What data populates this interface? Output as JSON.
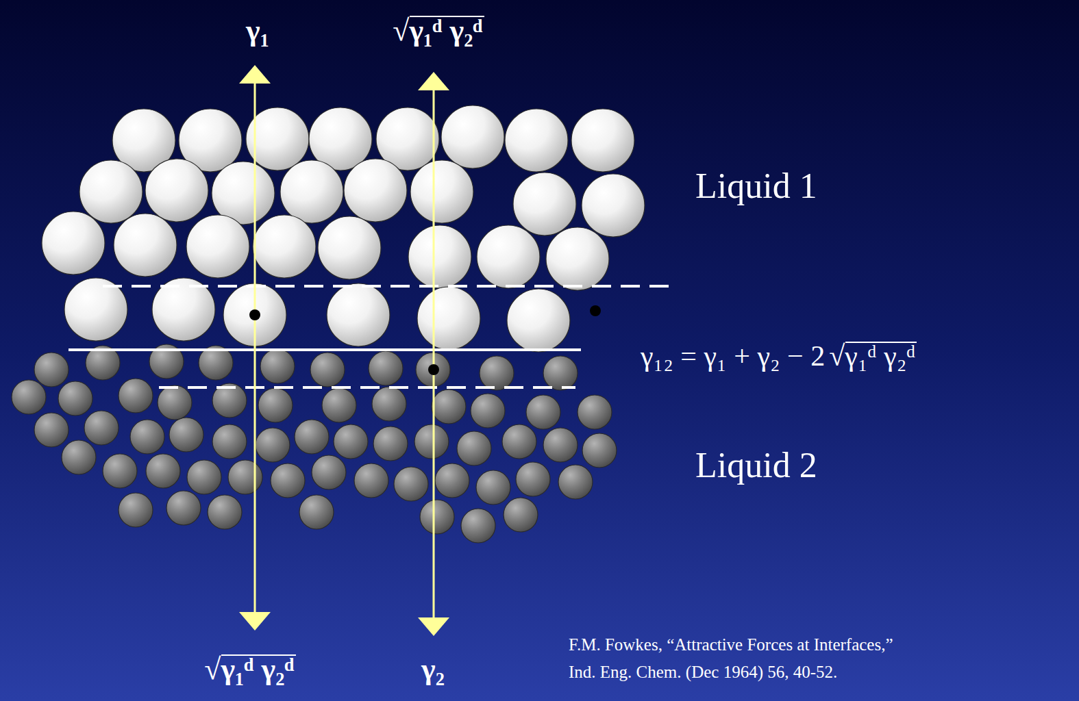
{
  "diagram": {
    "labels": [
      "γ₁",
      "√γ₁ᵈ γ₂ᵈ",
      "Liquid 1",
      "γ₁₂ = γ₁ + γ₂ − 2",
      "√γ₁ᵈ γ₂ᵈ",
      "Liquid 2",
      "√γ₁ᵈ γ₂ᵈ",
      "γ₂",
      "F.M. Fowkes, “Attractive Forces at Interfaces,”",
      "Ind. Eng. Chem. (Dec 1964) 56, 40-52."
    ]
  }
}
